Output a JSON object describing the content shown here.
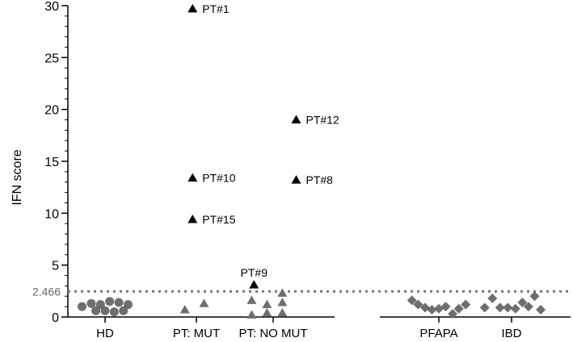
{
  "chart_data": {
    "type": "scatter",
    "ylabel": "IFN score",
    "ylim": [
      0,
      30
    ],
    "yticks": [
      0,
      5,
      10,
      15,
      20,
      25,
      30
    ],
    "threshold": {
      "value": 2.466,
      "label": "2.466",
      "color": "#777777"
    },
    "categories": [
      "HD",
      "PT: MUT",
      "PT: NO MUT",
      "PFAPA",
      "IBD"
    ],
    "series": [
      {
        "category": "HD",
        "marker": "circle",
        "color": "#6e6e6e",
        "points": [
          {
            "dx": -0.3,
            "y": 1.0
          },
          {
            "dx": -0.18,
            "y": 1.3
          },
          {
            "dx": -0.06,
            "y": 1.2
          },
          {
            "dx": 0.06,
            "y": 1.5
          },
          {
            "dx": 0.18,
            "y": 1.4
          },
          {
            "dx": 0.3,
            "y": 1.2
          },
          {
            "dx": -0.12,
            "y": 0.6
          },
          {
            "dx": 0.0,
            "y": 0.6
          },
          {
            "dx": 0.12,
            "y": 0.5
          },
          {
            "dx": 0.24,
            "y": 0.6
          }
        ]
      },
      {
        "category": "PT: MUT",
        "marker": "triangle",
        "color": "#6e6e6e",
        "points": [
          {
            "dx": -0.15,
            "y": 0.7
          },
          {
            "dx": 0.1,
            "y": 1.3
          }
        ]
      },
      {
        "category": "PT: NO MUT",
        "marker": "triangle",
        "color": "#6e6e6e",
        "points": [
          {
            "dx": -0.28,
            "y": 1.6
          },
          {
            "dx": -0.28,
            "y": 0.2
          },
          {
            "dx": -0.08,
            "y": 0.4
          },
          {
            "dx": -0.08,
            "y": 1.2
          },
          {
            "dx": 0.12,
            "y": 0.4
          },
          {
            "dx": 0.12,
            "y": 1.4
          },
          {
            "dx": 0.12,
            "y": 2.3
          }
        ]
      },
      {
        "category": "PFAPA",
        "marker": "diamond",
        "color": "#6e6e6e",
        "points": [
          {
            "dx": -0.35,
            "y": 1.6
          },
          {
            "dx": -0.27,
            "y": 1.2
          },
          {
            "dx": -0.18,
            "y": 0.9
          },
          {
            "dx": -0.09,
            "y": 0.7
          },
          {
            "dx": 0.0,
            "y": 0.8
          },
          {
            "dx": 0.09,
            "y": 1.0
          },
          {
            "dx": 0.18,
            "y": 0.3
          },
          {
            "dx": 0.26,
            "y": 0.8
          },
          {
            "dx": 0.35,
            "y": 1.2
          }
        ]
      },
      {
        "category": "IBD",
        "marker": "diamond",
        "color": "#6e6e6e",
        "points": [
          {
            "dx": -0.35,
            "y": 0.9
          },
          {
            "dx": -0.25,
            "y": 1.8
          },
          {
            "dx": -0.15,
            "y": 0.9
          },
          {
            "dx": -0.05,
            "y": 0.9
          },
          {
            "dx": 0.05,
            "y": 0.8
          },
          {
            "dx": 0.14,
            "y": 1.4
          },
          {
            "dx": 0.22,
            "y": 1.0
          },
          {
            "dx": 0.3,
            "y": 2.0
          },
          {
            "dx": 0.38,
            "y": 0.7
          }
        ]
      }
    ],
    "labeled_points": [
      {
        "category": "PT: MUT",
        "dx": -0.05,
        "y": 29.7,
        "label": "PT#1",
        "pos": "right"
      },
      {
        "category": "PT: MUT",
        "dx": -0.05,
        "y": 13.4,
        "label": "PT#10",
        "pos": "right"
      },
      {
        "category": "PT: MUT",
        "dx": -0.05,
        "y": 9.4,
        "label": "PT#15",
        "pos": "right"
      },
      {
        "category": "PT: NO MUT",
        "dx": 0.3,
        "y": 19.0,
        "label": "PT#12",
        "pos": "right"
      },
      {
        "category": "PT: NO MUT",
        "dx": 0.3,
        "y": 13.2,
        "label": "PT#8",
        "pos": "right"
      },
      {
        "category": "PT: NO MUT",
        "dx": -0.25,
        "y": 3.1,
        "label": "PT#9",
        "pos": "above"
      }
    ],
    "labeled_color": "#000000"
  }
}
